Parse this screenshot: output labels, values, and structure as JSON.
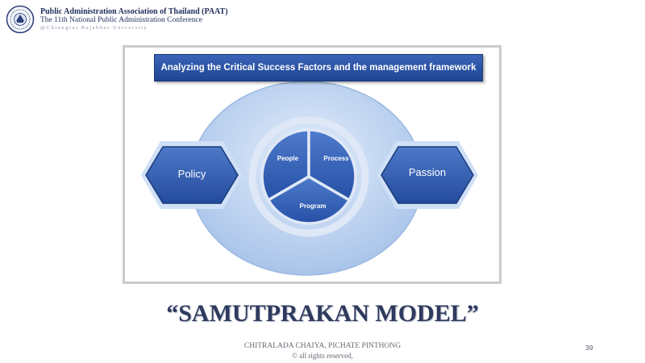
{
  "header": {
    "organization": "Public Administration Association of Thailand (PAAT)",
    "conference": "The 11th National Public Administration Conference",
    "venue": "@Chiangrai Rajabhat University"
  },
  "diagram": {
    "banner": "Analyzing the Critical Success Factors and the management framework",
    "left_hexagon": "Policy",
    "right_hexagon": "Passion",
    "segments": {
      "top_left": "People",
      "top_right": "Process",
      "bottom": "Program"
    }
  },
  "model_title": "“SAMUTPRAKAN MODEL”",
  "footer": {
    "authors": "CHITRALADA CHAIYA, PICHATE PINTHONG",
    "rights": "© all rights reserved,",
    "page_number": "39"
  },
  "colors": {
    "banner_blue": "#2a52a5",
    "hexagon_blue": "#2f5aae",
    "segment_blue": "#2c58b0",
    "ellipse_light": "#bcd3f1",
    "title_navy": "#2e3a5e"
  }
}
